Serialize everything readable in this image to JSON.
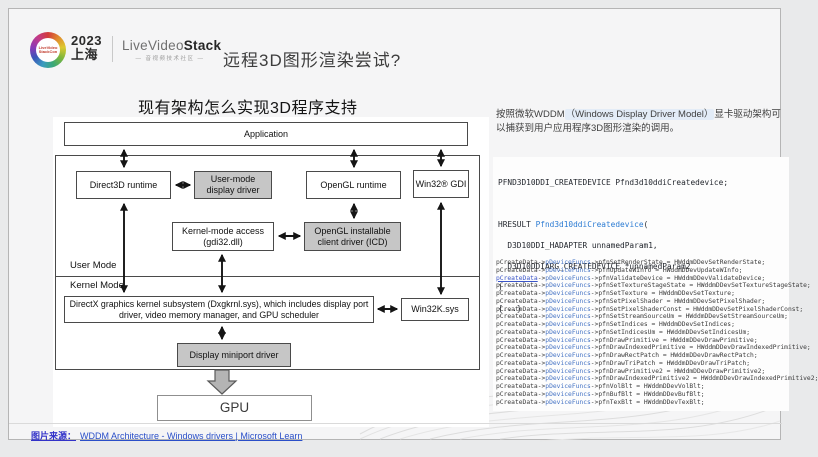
{
  "header": {
    "conf_year": "2023",
    "conf_city": "上海",
    "logo_badge_text": "LiveVideo StackCon",
    "brand_light": "LiveVideo",
    "brand_bold": "Stack",
    "brand_sub": "— 音视频技术社区 —",
    "title": "远程3D图形渲染尝试?"
  },
  "main": {
    "subtitle": "现有架构怎么实现3D程序支持"
  },
  "diagram": {
    "application": "Application",
    "direct3d_runtime": "Direct3D runtime",
    "user_mode_display_driver": "User-mode display driver",
    "opengl_runtime": "OpenGL runtime",
    "win32_gdi": "Win32® GDI",
    "kernel_mode_access": "Kernel-mode access (gdi32.dll)",
    "opengl_icd": "OpenGL installable client driver (ICD)",
    "user_mode_label": "User Mode",
    "kernel_mode_label": "Kernel Mode",
    "dxgkrnl": "DirectX graphics kernel subsystem (Dxgkrnl.sys), which includes display port driver, video memory manager, and GPU scheduler",
    "win32k": "Win32K.sys",
    "display_miniport": "Display miniport driver",
    "gpu": "GPU"
  },
  "right_panel": {
    "intro_prefix": "按照微软WDDM",
    "intro_highlight": "（Windows Display Driver Model）",
    "intro_suffix": "显卡驱动架构可以捕获到用户应用程序3D图形渲染的调用。",
    "code_block": {
      "line1": "PFND3D10DDI_CREATEDEVICE Pfnd3d10ddiCreatedevice;",
      "line2": "",
      "line3_kw": "HRESULT ",
      "line3_fn": "Pfnd3d10ddiCreatedevice",
      "line3_paren": "(",
      "line4": "  D3D10DDI_HADAPTER unnamedParam1,",
      "line5": "  D3D10DDIARG_CREATEDEVICE *unnamedParam2",
      "line6": ")",
      "line7": "{...}"
    },
    "listing": {
      "link_line_index": 2,
      "lines": [
        "pCreateData->pDeviceFuncs->pfnSetRenderState = HWddmDDevSetRenderState;",
        "pCreateData->pDeviceFuncs->pfnUpdateWInfo = HWddmDDevUpdateWInfo;",
        "pCreateData->pDeviceFuncs->pfnValidateDevice = HWddmDDevValidateDevice;",
        "pCreateData->pDeviceFuncs->pfnSetTextureStageState = HWddmDDevSetTextureStageState;",
        "pCreateData->pDeviceFuncs->pfnSetTexture = HWddmDDevSetTexture;",
        "pCreateData->pDeviceFuncs->pfnSetPixelShader = HWddmDDevSetPixelShader;",
        "pCreateData->pDeviceFuncs->pfnSetPixelShaderConst = HWddmDDevSetPixelShaderConst;",
        "pCreateData->pDeviceFuncs->pfnSetStreamSourceUm = HWddmDDevSetStreamSourceUm;",
        "pCreateData->pDeviceFuncs->pfnSetIndices = HWddmDDevSetIndices;",
        "pCreateData->pDeviceFuncs->pfnSetIndicesUm = HWddmDDevSetIndicesUm;",
        "pCreateData->pDeviceFuncs->pfnDrawPrimitive = HWddmDDevDrawPrimitive;",
        "pCreateData->pDeviceFuncs->pfnDrawIndexedPrimitive = HWddmDDevDrawIndexedPrimitive;",
        "pCreateData->pDeviceFuncs->pfnDrawRectPatch = HWddmDDevDrawRectPatch;",
        "pCreateData->pDeviceFuncs->pfnDrawTriPatch = HWddmDDevDrawTriPatch;",
        "pCreateData->pDeviceFuncs->pfnDrawPrimitive2 = HWddmDDevDrawPrimitive2;",
        "pCreateData->pDeviceFuncs->pfnDrawIndexedPrimitive2 = HWddmDDevDrawIndexedPrimitive2;",
        "pCreateData->pDeviceFuncs->pfnVolBlt = HWddmDDevVolBlt;",
        "pCreateData->pDeviceFuncs->pfnBufBlt = HWddmDDevBufBlt;",
        "pCreateData->pDeviceFuncs->pfnTexBlt = HWddmDDevTexBlt;"
      ]
    }
  },
  "footer": {
    "source_label": "图片来源：",
    "source_link": "WDDM Architecture - Windows drivers | Microsoft Learn"
  },
  "colors": {
    "accent_code_fn": "#2b7bd3",
    "member_blue": "#4472c4",
    "link_blue": "#2a4fc8",
    "gray_box": "#c6c6c6",
    "highlight_bg": "#e3ecf7"
  }
}
